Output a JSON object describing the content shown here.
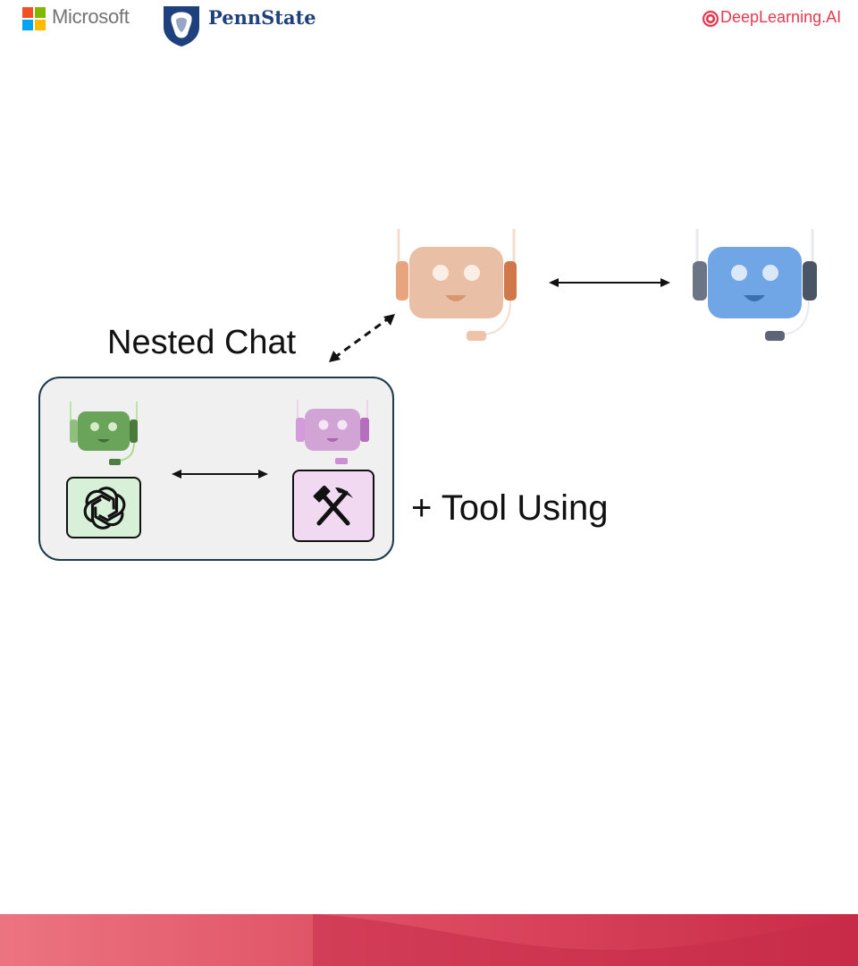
{
  "header": {
    "microsoft_label": "Microsoft",
    "pennstate_label": "PennState",
    "deeplearning_label": "DeepLearning.AI"
  },
  "diagram": {
    "nested_chat_label": "Nested Chat",
    "tool_using_label": "+ Tool Using",
    "agents": [
      {
        "role": "orange-agent",
        "color": "#e8c0a6",
        "accent": "#d98c5f"
      },
      {
        "role": "blue-agent",
        "color": "#6fa8e8",
        "accent": "#4a5566"
      },
      {
        "role": "green-agent",
        "color": "#6aa35a",
        "accent": "#4a7a3e"
      },
      {
        "role": "purple-agent",
        "color": "#cfa0d2",
        "accent": "#b66fbd"
      }
    ],
    "icons": [
      "openai-icon",
      "tools-icon"
    ]
  },
  "colors": {
    "footer_pink": "#e8707f",
    "footer_red": "#cc2e4a"
  }
}
